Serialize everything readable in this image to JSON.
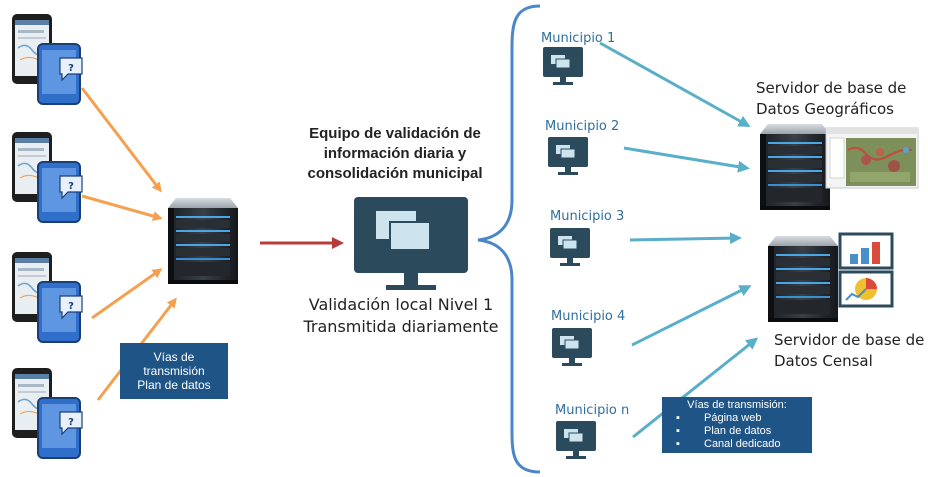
{
  "center": {
    "title_lines": [
      "Equipo de validación de",
      "información diaria y",
      "consolidación municipal"
    ],
    "caption_lines": [
      "Validación local Nivel 1",
      "Transmitida diariamente"
    ]
  },
  "left_box": {
    "lines": [
      "Vías de",
      "transmisión",
      "Plan de datos"
    ]
  },
  "municipalities": [
    "Municipio 1",
    "Municipio 2",
    "Municipio 3",
    "Municipio 4",
    "Municipio n"
  ],
  "geo_server": {
    "lines": [
      "Servidor de base de",
      "Datos Geográficos"
    ]
  },
  "census_server": {
    "lines": [
      "Servidor de base de",
      "Datos Censal"
    ]
  },
  "right_box": {
    "heading": "Vías de transmisión:",
    "items": [
      "Página  web",
      "Plan de datos",
      "Canal dedicado"
    ]
  },
  "colors": {
    "orange_arrow": "#f5a050",
    "red_arrow": "#b83b3b",
    "blue_arrow": "#5aafc8",
    "brace": "#4a86c8",
    "box_fill": "#1f5586",
    "monitor": "#2b4a5c",
    "monitor_screen": "#cde4ee"
  },
  "icons": [
    "smartphone-icon",
    "server-icon",
    "monitor-icon",
    "map-thumbnail-icon",
    "bar-chart-icon",
    "pie-chart-icon"
  ]
}
